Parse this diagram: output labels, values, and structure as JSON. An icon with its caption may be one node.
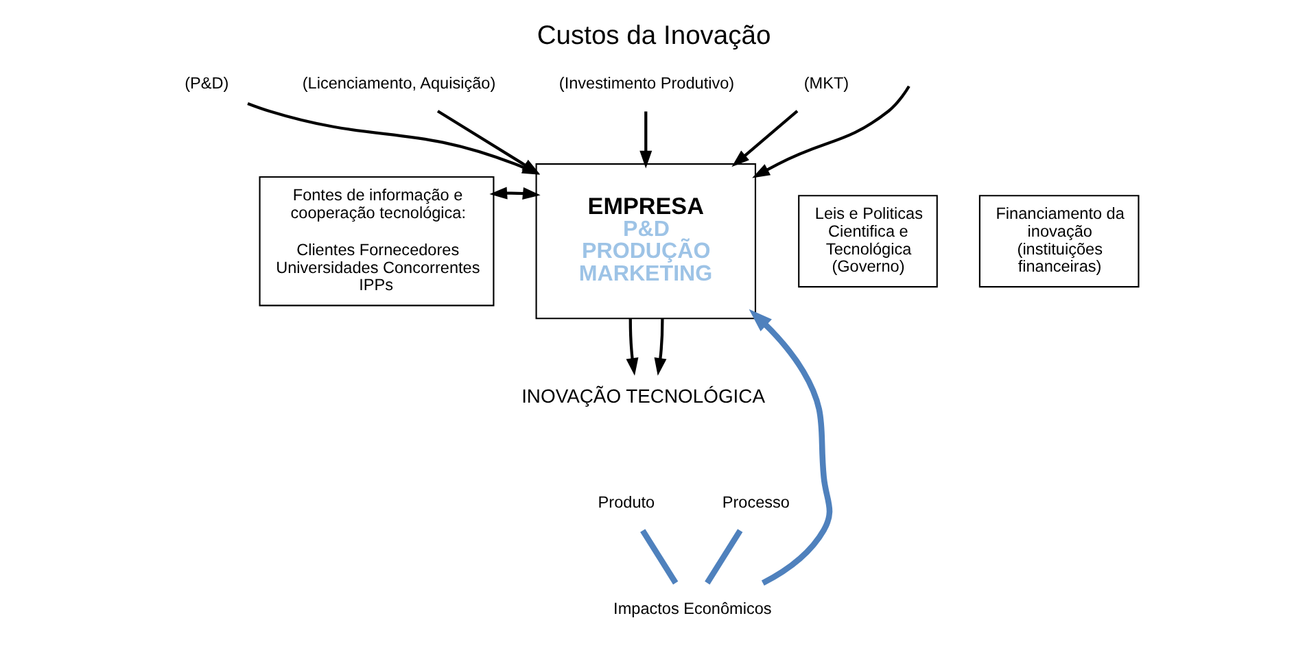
{
  "diagram": {
    "title": "Custos da Inovação",
    "nodes": [
      {
        "text": [
          "(P&D)"
        ]
      },
      {
        "text": [
          "(Licenciamento, Aquisição)"
        ]
      },
      {
        "text": [
          "(Investimento Produtivo)"
        ]
      },
      {
        "text": [
          "(MKT)"
        ]
      },
      {
        "text": [
          "EMPRESA",
          "P&D",
          "PRODUÇÃO",
          "MARKETING"
        ]
      },
      {
        "text": [
          "Fontes de informação e cooperação tecnológica:",
          "Clientes Fornecedores Universidades Concorrentes IPPs"
        ]
      },
      {
        "text": [
          "Leis e Politicas Cientifica e Tecnológica (Governo)"
        ]
      },
      {
        "text": [
          "Financiamento da inovação (instituições financeiras)"
        ]
      },
      {
        "text": [
          "INOVAÇÃO TECNOLÓGICA"
        ]
      },
      {
        "text": [
          "Produto"
        ]
      },
      {
        "text": [
          "Processo"
        ]
      },
      {
        "text": [
          "Impactos Econômicos"
        ]
      }
    ],
    "edges": [
      {
        "from": 0,
        "to": 4,
        "arrow": "to"
      },
      {
        "from": 1,
        "to": 4,
        "arrow": "to"
      },
      {
        "from": 2,
        "to": 4,
        "arrow": "to"
      },
      {
        "from": 3,
        "to": 4,
        "arrow": "to"
      },
      {
        "from": 5,
        "to": 4,
        "arrow": "both"
      },
      {
        "from": null,
        "to": 4,
        "arrow": "to"
      },
      {
        "from": 4,
        "to": 8,
        "arrow": "to"
      },
      {
        "from": 4,
        "to": 8,
        "arrow": "to"
      },
      {
        "from": 9,
        "to": 11,
        "arrow": "none",
        "style": "thick",
        "color": "#4f81bd"
      },
      {
        "from": 10,
        "to": 11,
        "arrow": "none",
        "style": "thick",
        "color": "#4f81bd"
      },
      {
        "from": 11,
        "to": 4,
        "arrow": "to",
        "style": "thick",
        "color": "#4f81bd"
      }
    ]
  }
}
